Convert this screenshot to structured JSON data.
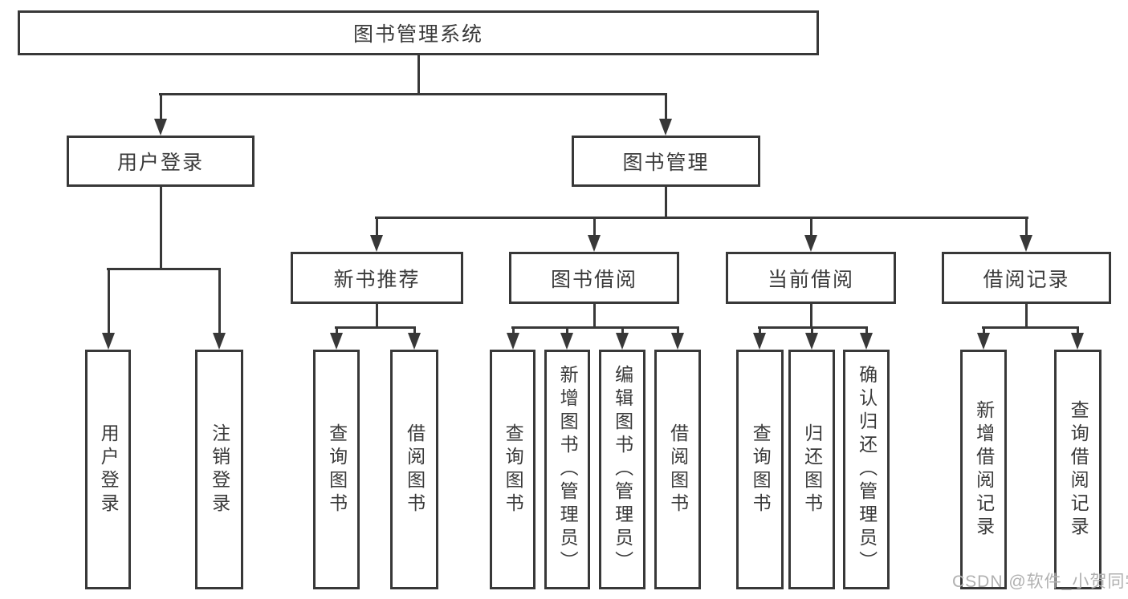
{
  "title": "图书管理系统",
  "colors": {
    "line": "#383838",
    "text": "#3a3a3a",
    "background": "#ffffff",
    "watermark": "#b0b0b0"
  },
  "watermark": "CSDN @软件_小贺同学",
  "tree": {
    "root": {
      "label": "图书管理系统"
    },
    "level2": [
      {
        "id": "user-login",
        "label": "用户登录"
      },
      {
        "id": "book-management",
        "label": "图书管理"
      }
    ],
    "level3": [
      {
        "id": "new-book-recommend",
        "parent": "book-management",
        "label": "新书推荐"
      },
      {
        "id": "book-borrow",
        "parent": "book-management",
        "label": "图书借阅"
      },
      {
        "id": "current-borrow",
        "parent": "book-management",
        "label": "当前借阅"
      },
      {
        "id": "borrow-records",
        "parent": "book-management",
        "label": "借阅记录"
      }
    ],
    "leaves": [
      {
        "parent": "user-login",
        "label": "用户登录"
      },
      {
        "parent": "user-login",
        "label": "注销登录"
      },
      {
        "parent": "new-book-recommend",
        "label": "查询图书"
      },
      {
        "parent": "new-book-recommend",
        "label": "借阅图书"
      },
      {
        "parent": "book-borrow",
        "label": "查询图书"
      },
      {
        "parent": "book-borrow",
        "label": "新增图书（管理员）"
      },
      {
        "parent": "book-borrow",
        "label": "编辑图书（管理员）"
      },
      {
        "parent": "book-borrow",
        "label": "借阅图书"
      },
      {
        "parent": "current-borrow",
        "label": "查询图书"
      },
      {
        "parent": "current-borrow",
        "label": "归还图书"
      },
      {
        "parent": "current-borrow",
        "label": "确认归还（管理员）"
      },
      {
        "parent": "borrow-records",
        "label": "新增借阅记录"
      },
      {
        "parent": "borrow-records",
        "label": "查询借阅记录"
      }
    ]
  }
}
